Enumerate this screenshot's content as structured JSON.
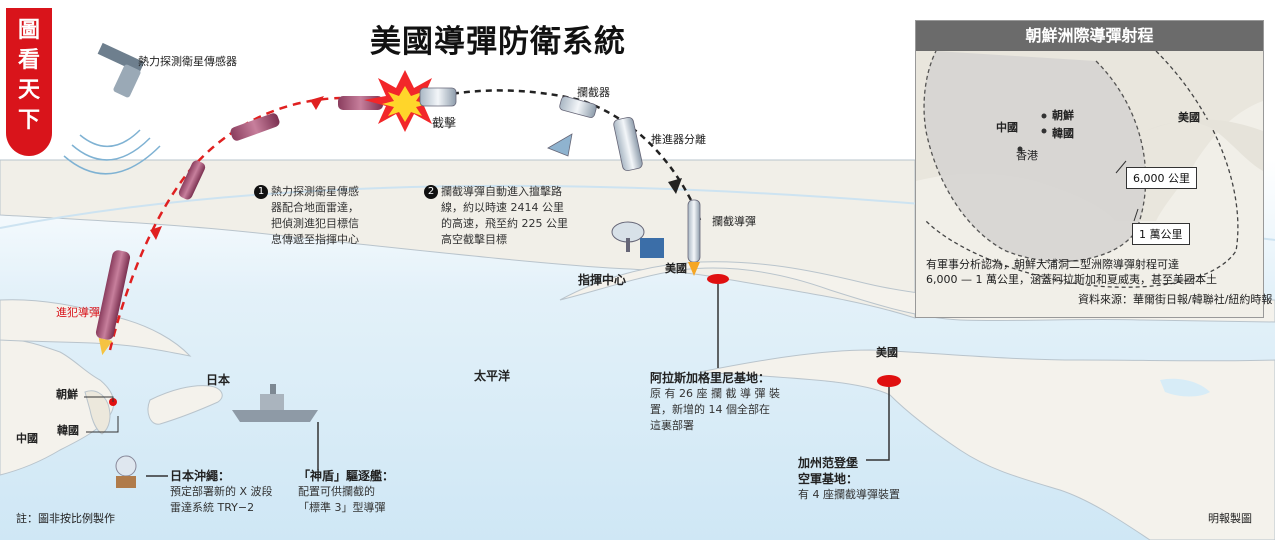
{
  "badge": [
    "圖",
    "看",
    "天",
    "下"
  ],
  "title": "美國導彈防衛系統",
  "labels": {
    "satellite": "熱力探測衛星傳感器",
    "intercept": "截擊",
    "interceptor": "攔截器",
    "booster_separation": "推進器分離",
    "interceptor_missile": "攔截導彈",
    "attacking_missile": "進犯導彈",
    "command_center": "指揮中心",
    "usa_north": "美國",
    "usa_south": "美國",
    "pacific": "太平洋",
    "japan": "日本",
    "korea_north": "朝鮮",
    "korea_south": "韓國",
    "china": "中國"
  },
  "steps": [
    {
      "number": "1",
      "lines": [
        "熱力探測衛星傳感",
        "器配合地面雷達，",
        "把偵測進犯目標信",
        "息傳遞至指揮中心"
      ]
    },
    {
      "number": "2",
      "lines": [
        "攔截導彈自動進入擅擊路",
        "線，約以時速 2414 公里",
        "的高速，飛至約 225 公里",
        "高空截擊目標"
      ]
    }
  ],
  "bases": {
    "alaska": {
      "name": "阿拉斯加格里尼基地：",
      "desc": [
        "原 有 26 座 攔 截 導 彈 裝",
        "置，新增的 14 個全部在",
        "這裏部署"
      ]
    },
    "california": {
      "name": [
        "加州范登堡",
        "空軍基地："
      ],
      "desc": [
        "有 4 座攔截導彈裝置"
      ]
    },
    "okinawa": {
      "name": "日本沖繩：",
      "desc": [
        "預定部署新的 X 波段",
        "雷達系統 TRY−2"
      ]
    },
    "aegis": {
      "name": "「神盾」驅逐艦：",
      "desc": [
        "配置可供攔截的",
        "「標準 3」型導彈"
      ]
    }
  },
  "inset": {
    "title": "朝鮮洲際導彈射程",
    "china": "中國",
    "north_korea": "朝鮮",
    "south_korea": "韓國",
    "hongkong": "香港",
    "usa": "美國",
    "range_6000": "6,000 公里",
    "range_10000": "1 萬公里",
    "note": [
      "有軍事分析認為，朝鮮大浦洞二型洲際導彈射程可達",
      "6,000 — 1 萬公里，涵蓋阿拉斯加和夏威夷，甚至美國本土"
    ],
    "source": "資料來源：華爾街日報/韓聯社/紐約時報"
  },
  "footnote": "註：圖非按比例製作",
  "credit": "明報製圖",
  "colors": {
    "accent": "#d9141b",
    "ocean": "#d7ecf7",
    "land": "#f4f2ec",
    "missile": "#b05a7a"
  }
}
